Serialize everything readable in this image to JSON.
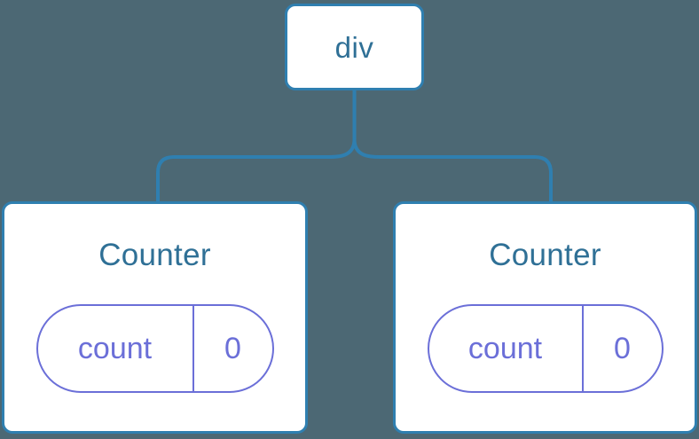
{
  "diagram": {
    "background_color": "#4c6874",
    "node_border_color": "#2f7fb0",
    "node_text_color": "#2f7096",
    "state_color": "#6b6fd8",
    "connector_color": "#2f7fb0",
    "root": {
      "label": "div"
    },
    "children": [
      {
        "title": "Counter",
        "state": {
          "key": "count",
          "value": "0"
        }
      },
      {
        "title": "Counter",
        "state": {
          "key": "count",
          "value": "0"
        }
      }
    ]
  }
}
